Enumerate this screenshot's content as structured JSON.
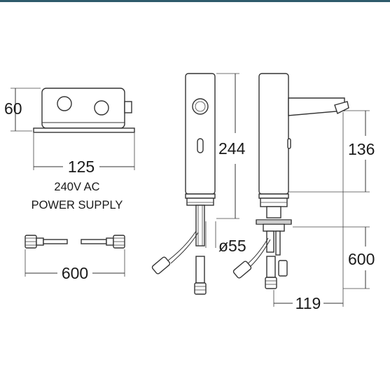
{
  "dimensions": {
    "box_height": "60",
    "box_width": "125",
    "hose_length": "600",
    "tap_height": "244",
    "base_diameter": "ø55",
    "spout_height": "136",
    "hose_drop": "600",
    "spout_reach": "119"
  },
  "caption": {
    "line1": "240V AC",
    "line2": "POWER SUPPLY"
  },
  "colors": {
    "header_bar": "#2e5b6b",
    "line": "#333333"
  }
}
